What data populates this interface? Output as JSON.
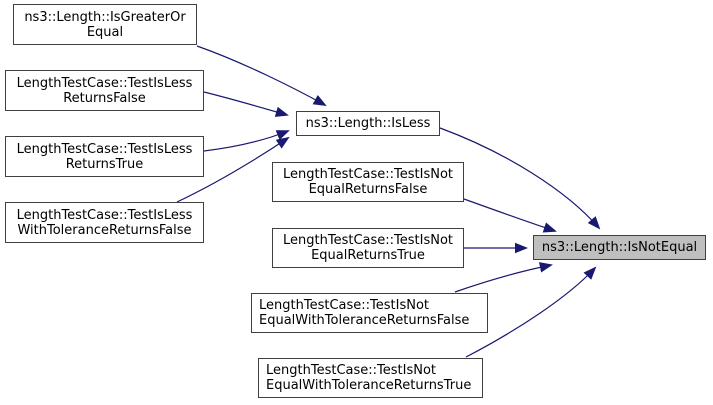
{
  "diagram": {
    "kind": "call-graph",
    "edge_color": "#191970",
    "highlight_color": "#bfbfbf",
    "nodes": [
      {
        "id": "is-greater-or-equal",
        "lines": [
          "ns3::Length::IsGreaterOr",
          "Equal"
        ]
      },
      {
        "id": "test-is-less-returns-false",
        "lines": [
          "LengthTestCase::TestIsLess",
          "ReturnsFalse"
        ]
      },
      {
        "id": "test-is-less-returns-true",
        "lines": [
          "LengthTestCase::TestIsLess",
          "ReturnsTrue"
        ]
      },
      {
        "id": "test-is-less-with-tolerance-returns-false",
        "lines": [
          "LengthTestCase::TestIsLess",
          "WithToleranceReturnsFalse"
        ]
      },
      {
        "id": "is-less",
        "lines": [
          "ns3::Length::IsLess"
        ]
      },
      {
        "id": "test-is-not-equal-returns-false",
        "lines": [
          "LengthTestCase::TestIsNot",
          "EqualReturnsFalse"
        ]
      },
      {
        "id": "test-is-not-equal-returns-true",
        "lines": [
          "LengthTestCase::TestIsNot",
          "EqualReturnsTrue"
        ]
      },
      {
        "id": "test-is-not-equal-with-tolerance-returns-false",
        "lines": [
          "LengthTestCase::TestIsNot",
          "EqualWithToleranceReturnsFalse"
        ]
      },
      {
        "id": "test-is-not-equal-with-tolerance-returns-true",
        "lines": [
          "LengthTestCase::TestIsNot",
          "EqualWithToleranceReturnsTrue"
        ]
      },
      {
        "id": "is-not-equal",
        "lines": [
          "ns3::Length::IsNotEqual"
        ],
        "highlighted": true
      }
    ],
    "edges": [
      {
        "from": "is-greater-or-equal",
        "to": "is-less"
      },
      {
        "from": "test-is-less-returns-false",
        "to": "is-less"
      },
      {
        "from": "test-is-less-returns-true",
        "to": "is-less"
      },
      {
        "from": "test-is-less-with-tolerance-returns-false",
        "to": "is-less"
      },
      {
        "from": "is-less",
        "to": "is-not-equal"
      },
      {
        "from": "test-is-not-equal-returns-false",
        "to": "is-not-equal"
      },
      {
        "from": "test-is-not-equal-returns-true",
        "to": "is-not-equal"
      },
      {
        "from": "test-is-not-equal-with-tolerance-returns-false",
        "to": "is-not-equal"
      },
      {
        "from": "test-is-not-equal-with-tolerance-returns-true",
        "to": "is-not-equal"
      }
    ]
  }
}
